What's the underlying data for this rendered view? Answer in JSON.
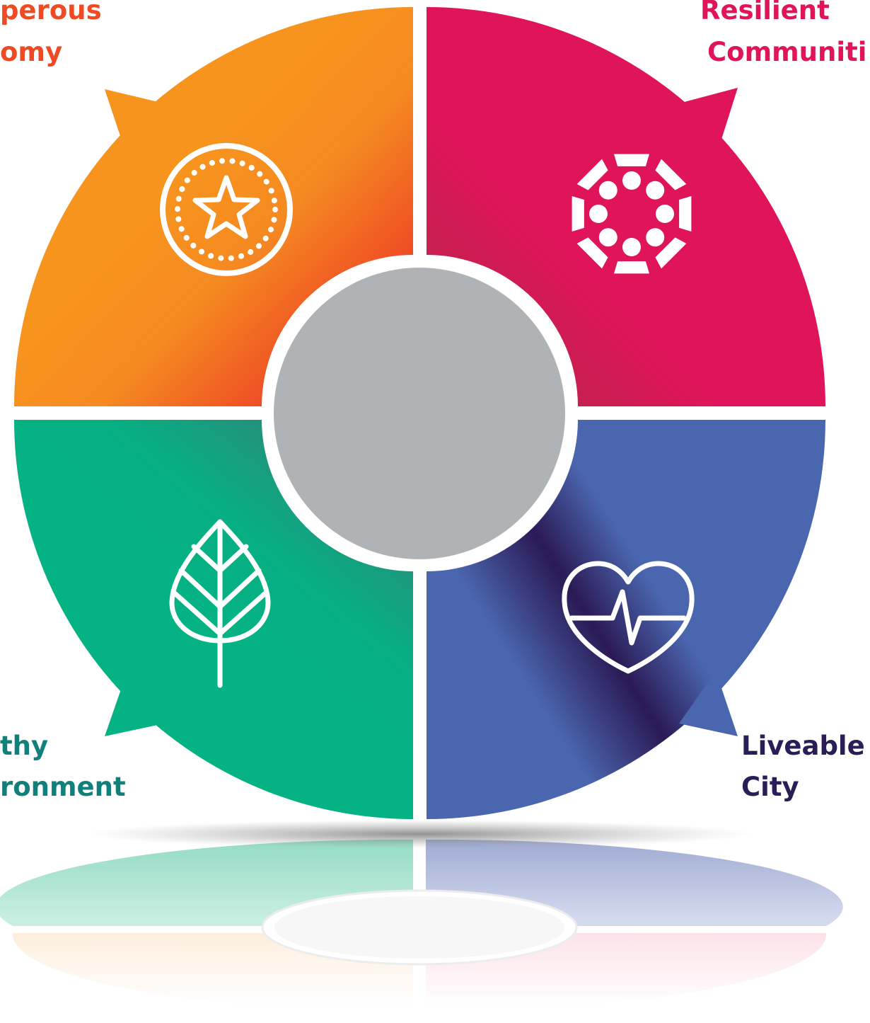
{
  "diagram": {
    "quadrants": [
      {
        "key": "prosperous",
        "label_line1": "perous",
        "label_line2": "omy",
        "color": "#EE4A24",
        "gradient": [
          "#F7941E",
          "#EE4A24"
        ],
        "icon": "star-coin-icon"
      },
      {
        "key": "resilient",
        "label_line1": "Resilient",
        "label_line2": "Communiti",
        "color": "#E0145A",
        "gradient": [
          "#C4204F",
          "#E0145A"
        ],
        "icon": "community-circle-icon"
      },
      {
        "key": "healthy",
        "label_line1": "thy",
        "label_line2": "ronment",
        "color": "#12807A",
        "gradient": [
          "#238C7B",
          "#04B283"
        ],
        "icon": "leaf-icon"
      },
      {
        "key": "liveable",
        "label_line1": "Liveable",
        "label_line2": "City",
        "color": "#2B1E57",
        "gradient": [
          "#2B1A55",
          "#4A66AF"
        ],
        "icon": "heartbeat-icon"
      }
    ],
    "center_color": "#B0B3B6"
  }
}
